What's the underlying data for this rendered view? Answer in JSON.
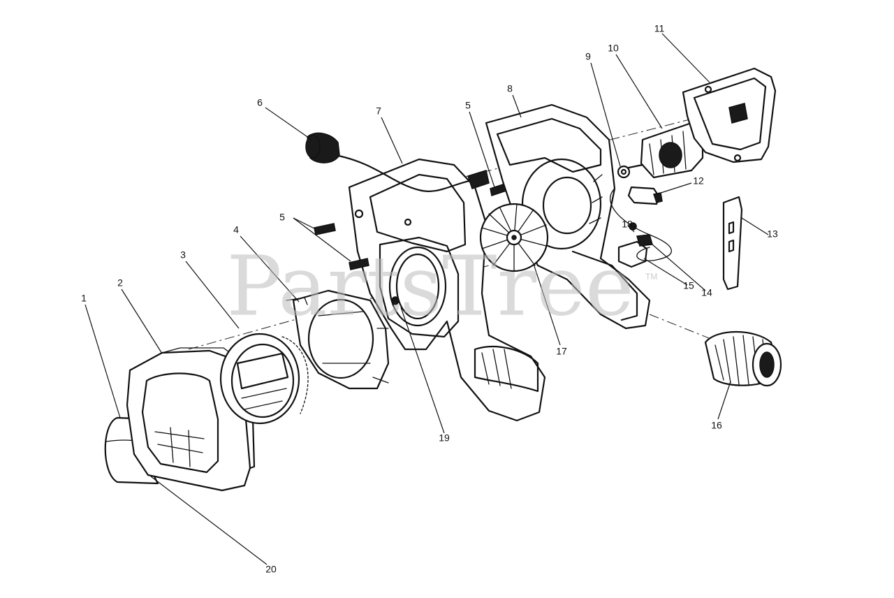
{
  "watermark": {
    "text": "PartsTree",
    "trademark": "TM"
  },
  "callouts": [
    {
      "id": "c1",
      "label": "1"
    },
    {
      "id": "c2",
      "label": "2"
    },
    {
      "id": "c3",
      "label": "3"
    },
    {
      "id": "c4",
      "label": "4"
    },
    {
      "id": "c5a",
      "label": "5"
    },
    {
      "id": "c5b",
      "label": "5"
    },
    {
      "id": "c6",
      "label": "6"
    },
    {
      "id": "c7",
      "label": "7"
    },
    {
      "id": "c8",
      "label": "8"
    },
    {
      "id": "c9",
      "label": "9"
    },
    {
      "id": "c10",
      "label": "10"
    },
    {
      "id": "c11",
      "label": "11"
    },
    {
      "id": "c12",
      "label": "12"
    },
    {
      "id": "c13",
      "label": "13"
    },
    {
      "id": "c14",
      "label": "14"
    },
    {
      "id": "c15",
      "label": "15"
    },
    {
      "id": "c16",
      "label": "16"
    },
    {
      "id": "c17",
      "label": "17"
    },
    {
      "id": "c18",
      "label": "18"
    },
    {
      "id": "c19",
      "label": "19"
    },
    {
      "id": "c20",
      "label": "20"
    }
  ]
}
